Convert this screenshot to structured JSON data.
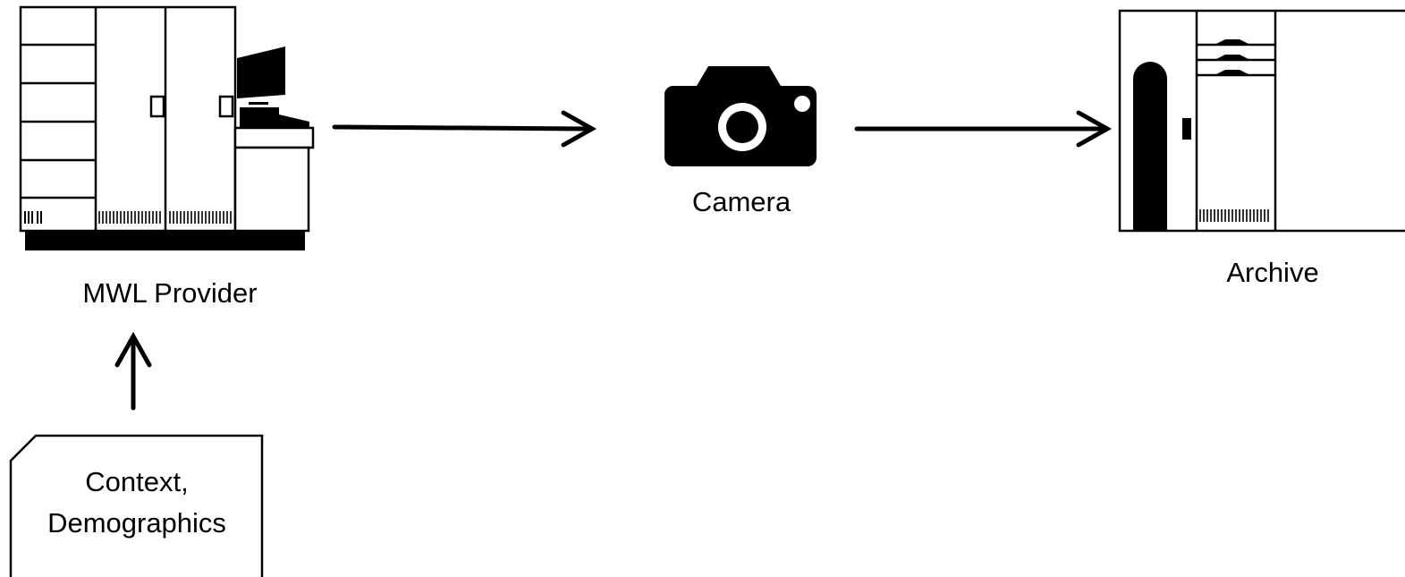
{
  "nodes": {
    "mwl_provider": {
      "label": "MWL Provider",
      "icon": "server-cabinet-icon"
    },
    "camera": {
      "label": "Camera",
      "icon": "camera-icon"
    },
    "archive": {
      "label": "Archive",
      "icon": "storage-archive-icon"
    },
    "context_document": {
      "line1": "Context,",
      "line2": "Demographics",
      "icon": "document-icon"
    }
  },
  "edges": [
    {
      "from": "context_document",
      "to": "mwl_provider"
    },
    {
      "from": "mwl_provider",
      "to": "camera"
    },
    {
      "from": "camera",
      "to": "archive"
    }
  ],
  "colors": {
    "stroke": "#000000",
    "background": "#ffffff"
  }
}
